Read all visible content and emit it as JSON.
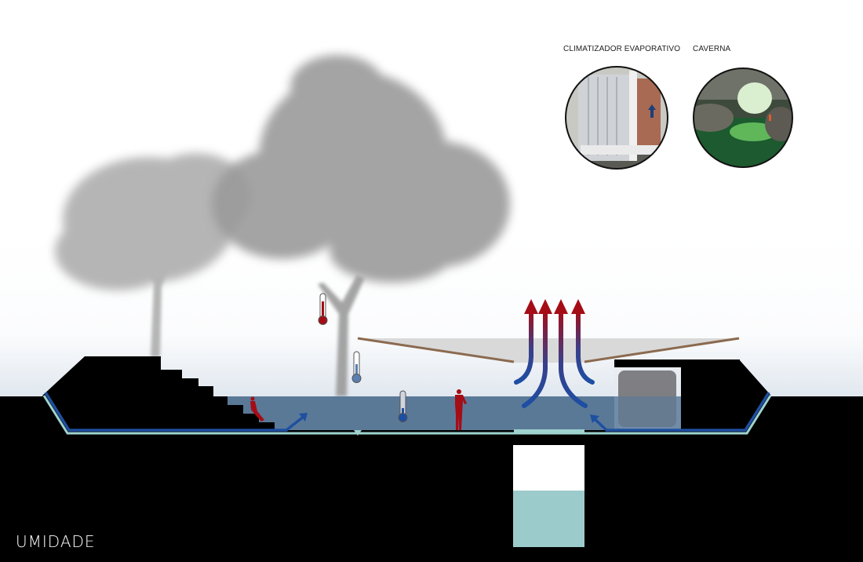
{
  "title": "UMIDADE",
  "references": [
    {
      "label": "CLIMATIZADOR EVAPORATIVO",
      "image": "evaporative-cooler-photo"
    },
    {
      "label": "CAVERNA",
      "image": "cave-photo"
    }
  ],
  "colors": {
    "ground": "#000000",
    "humid_air": "#5f7f9f",
    "water_pipe": "#1f4fa0",
    "drain_layer": "#9fd3d0",
    "tank_water": "#9ccbcb",
    "canopy_line": "#8b6a4f",
    "warm": "#a50d16",
    "cool": "#1d4ea3",
    "tree": "#9a9a9a"
  }
}
